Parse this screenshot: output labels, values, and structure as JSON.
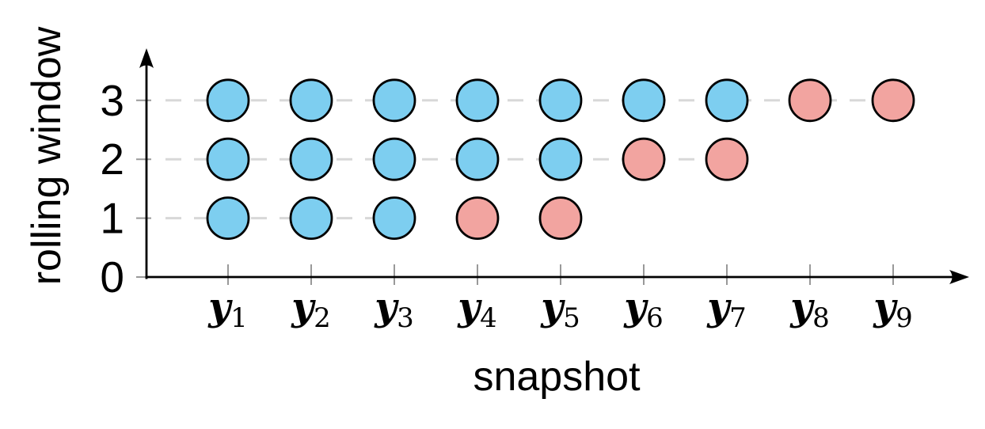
{
  "chart_data": {
    "type": "scatter",
    "title": "",
    "xlabel": "snapshot",
    "ylabel": "rolling window",
    "y_tick_labels": [
      "0",
      "1",
      "2",
      "3"
    ],
    "x_tick_labels": [
      {
        "var": "y",
        "sub": "1"
      },
      {
        "var": "y",
        "sub": "2"
      },
      {
        "var": "y",
        "sub": "3"
      },
      {
        "var": "y",
        "sub": "4"
      },
      {
        "var": "y",
        "sub": "5"
      },
      {
        "var": "y",
        "sub": "6"
      },
      {
        "var": "y",
        "sub": "7"
      },
      {
        "var": "y",
        "sub": "8"
      },
      {
        "var": "y",
        "sub": "9"
      }
    ],
    "xlim": [
      0,
      10
    ],
    "ylim": [
      0,
      3.8
    ],
    "grid": "horizontal dashed lines at y=1,2,3; each extends from the y-axis to the last dot of its row",
    "gridline_rows": [
      {
        "y": 1,
        "ends_at_x": 3
      },
      {
        "y": 2,
        "ends_at_x": 7
      },
      {
        "y": 3,
        "ends_at_x": 9
      }
    ],
    "series": [
      {
        "name": "blue-dots",
        "color": "#7DCEF0",
        "points": [
          [
            1,
            3
          ],
          [
            2,
            3
          ],
          [
            3,
            3
          ],
          [
            4,
            3
          ],
          [
            5,
            3
          ],
          [
            6,
            3
          ],
          [
            7,
            3
          ],
          [
            1,
            2
          ],
          [
            2,
            2
          ],
          [
            3,
            2
          ],
          [
            4,
            2
          ],
          [
            5,
            2
          ],
          [
            1,
            1
          ],
          [
            2,
            1
          ],
          [
            3,
            1
          ]
        ]
      },
      {
        "name": "pink-dots",
        "color": "#F2A4A0",
        "points": [
          [
            8,
            3
          ],
          [
            9,
            3
          ],
          [
            6,
            2
          ],
          [
            7,
            2
          ],
          [
            4,
            1
          ],
          [
            5,
            1
          ]
        ]
      }
    ],
    "colors": {
      "axis": "#000000",
      "ticks": "#999999",
      "grid": "#D8D8D8",
      "dot_outline": "#000000"
    }
  }
}
